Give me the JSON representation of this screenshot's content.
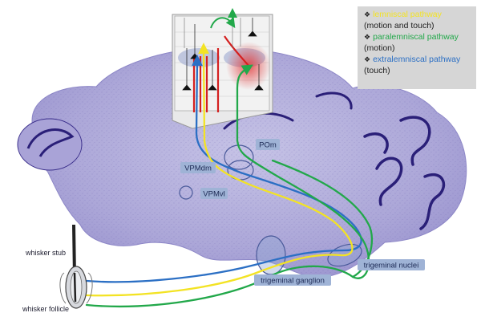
{
  "legend": {
    "items": [
      {
        "name": "lemniscal pathway",
        "detail": "(motion and touch)",
        "color": "#f3e324"
      },
      {
        "name": "paralemniscal pathway",
        "detail": "(motion)",
        "color": "#22a84a"
      },
      {
        "name": "extralemniscal pathway",
        "detail": "(touch)",
        "color": "#2b6fc4"
      }
    ]
  },
  "labels": {
    "pom": "POm",
    "vpmdm": "VPMdm",
    "vpmvl": "VPMvl",
    "trigeminal_ganglion": "trigeminal ganglion",
    "trigeminal_nuclei": "trigeminal nuclei",
    "whisker_stub": "whisker stub",
    "whisker_follicle": "whisker follicle"
  },
  "colors": {
    "lemniscal": "#f3e324",
    "paralemniscal": "#22a84a",
    "extralemniscal": "#2b6fc4",
    "tissue": "#b9b5dd",
    "tissue_dark": "#2a1f78",
    "label_box": "#9fb3d6",
    "cortex_inset": "#e9e9ea"
  }
}
